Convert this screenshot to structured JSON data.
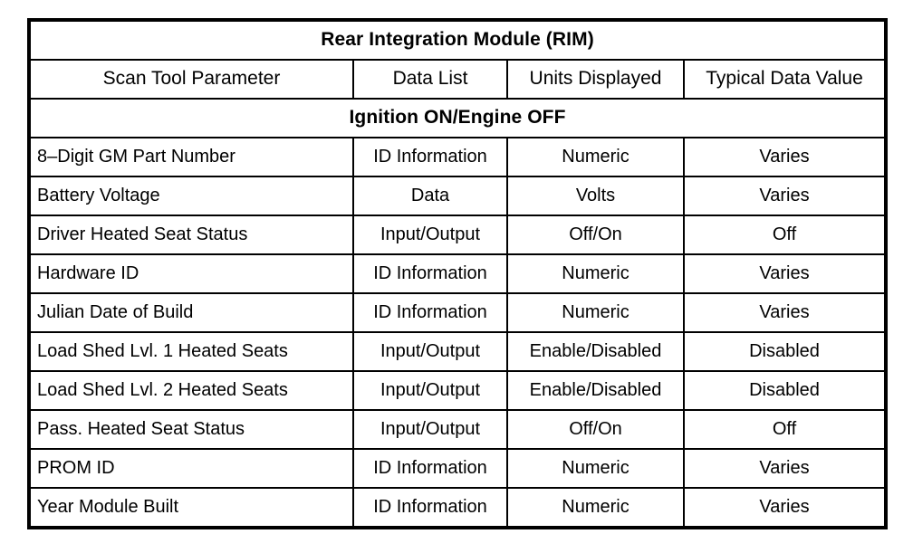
{
  "table": {
    "title": "Rear Integration Module (RIM)",
    "section_header": "Ignition ON/Engine OFF",
    "columns": [
      "Scan Tool Parameter",
      "Data List",
      "Units Displayed",
      "Typical Data Value"
    ],
    "rows": [
      {
        "parameter": "8–Digit GM Part Number",
        "data_list": "ID Information",
        "units": "Numeric",
        "typical": "Varies"
      },
      {
        "parameter": "Battery Voltage",
        "data_list": "Data",
        "units": "Volts",
        "typical": "Varies"
      },
      {
        "parameter": "Driver Heated Seat Status",
        "data_list": "Input/Output",
        "units": "Off/On",
        "typical": "Off"
      },
      {
        "parameter": "Hardware ID",
        "data_list": "ID Information",
        "units": "Numeric",
        "typical": "Varies"
      },
      {
        "parameter": "Julian Date of Build",
        "data_list": "ID Information",
        "units": "Numeric",
        "typical": "Varies"
      },
      {
        "parameter": "Load Shed Lvl. 1 Heated Seats",
        "data_list": "Input/Output",
        "units": "Enable/Disabled",
        "typical": "Disabled"
      },
      {
        "parameter": "Load Shed Lvl. 2 Heated Seats",
        "data_list": "Input/Output",
        "units": "Enable/Disabled",
        "typical": "Disabled"
      },
      {
        "parameter": "Pass. Heated Seat Status",
        "data_list": "Input/Output",
        "units": "Off/On",
        "typical": "Off"
      },
      {
        "parameter": "PROM ID",
        "data_list": "ID Information",
        "units": "Numeric",
        "typical": "Varies"
      },
      {
        "parameter": "Year Module Built",
        "data_list": "ID Information",
        "units": "Numeric",
        "typical": "Varies"
      }
    ]
  },
  "colors": {
    "page_background": "#ffffff",
    "table_background": "#ffffff",
    "border": "#000000",
    "text": "#000000"
  }
}
